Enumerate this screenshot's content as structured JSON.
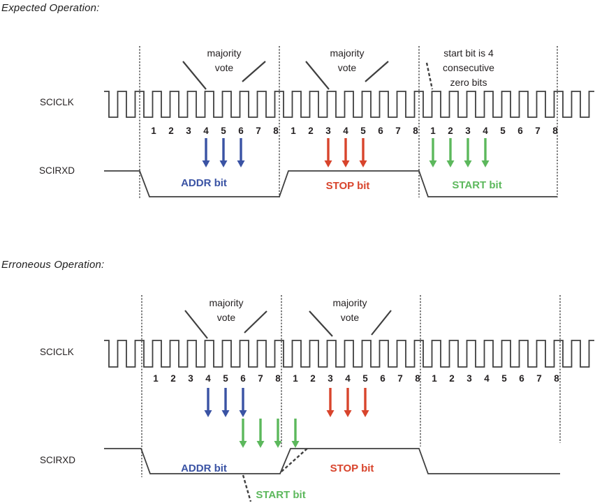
{
  "colors": {
    "line": "#3f3f3f",
    "text": "#231f20",
    "addr_blue": "#3a53a4",
    "stop_red": "#d8442c",
    "start_green": "#5cb85c"
  },
  "expected": {
    "title": "Expected Operation:",
    "clock_label": "SCICLK",
    "data_label": "SCIRXD",
    "bit_groups": [
      [
        "1",
        "2",
        "3",
        "4",
        "5",
        "6",
        "7",
        "8"
      ],
      [
        "1",
        "2",
        "3",
        "4",
        "5",
        "6",
        "7",
        "8"
      ],
      [
        "1",
        "2",
        "3",
        "4",
        "5",
        "6",
        "7",
        "8"
      ]
    ],
    "callouts": [
      {
        "lines": [
          "majority",
          "vote"
        ]
      },
      {
        "lines": [
          "majority",
          "vote"
        ]
      },
      {
        "lines": [
          "start bit is 4",
          "consecutive",
          "zero bits"
        ]
      }
    ],
    "arrow_groups": [
      {
        "color": "addr_blue",
        "label": "ADDR bit",
        "row": 1,
        "positions": [
          {
            "group": 0,
            "bit": 4
          },
          {
            "group": 0,
            "bit": 5
          },
          {
            "group": 0,
            "bit": 6
          }
        ]
      },
      {
        "color": "stop_red",
        "label": "STOP bit",
        "row": 1,
        "positions": [
          {
            "group": 1,
            "bit": 3
          },
          {
            "group": 1,
            "bit": 4
          },
          {
            "group": 1,
            "bit": 5
          }
        ]
      },
      {
        "color": "start_green",
        "label": "START bit",
        "row": 1,
        "positions": [
          {
            "group": 2,
            "bit": 1
          },
          {
            "group": 2,
            "bit": 2
          },
          {
            "group": 2,
            "bit": 3
          },
          {
            "group": 2,
            "bit": 4
          }
        ]
      }
    ]
  },
  "erroneous": {
    "title": "Erroneous Operation:",
    "clock_label": "SCICLK",
    "data_label": "SCIRXD",
    "bit_groups": [
      [
        "1",
        "2",
        "3",
        "4",
        "5",
        "6",
        "7",
        "8"
      ],
      [
        "1",
        "2",
        "3",
        "4",
        "5",
        "6",
        "7",
        "8"
      ],
      [
        "1",
        "2",
        "3",
        "4",
        "5",
        "6",
        "7",
        "8"
      ]
    ],
    "callouts": [
      {
        "lines": [
          "majority",
          "vote"
        ]
      },
      {
        "lines": [
          "majority",
          "vote"
        ]
      }
    ],
    "arrow_groups": [
      {
        "color": "addr_blue",
        "label": "ADDR bit",
        "row": 1,
        "positions": [
          {
            "group": 0,
            "bit": 4
          },
          {
            "group": 0,
            "bit": 5
          },
          {
            "group": 0,
            "bit": 6
          }
        ]
      },
      {
        "color": "stop_red",
        "label": "STOP bit",
        "row": 1,
        "positions": [
          {
            "group": 1,
            "bit": 3
          },
          {
            "group": 1,
            "bit": 4
          },
          {
            "group": 1,
            "bit": 5
          }
        ]
      },
      {
        "color": "start_green",
        "label": "START bit",
        "row": 2,
        "positions": [
          {
            "group": 0,
            "bit": 6
          },
          {
            "group": 0,
            "bit": 7
          },
          {
            "group": 0,
            "bit": 8
          },
          {
            "group": 1,
            "bit": 1
          }
        ]
      }
    ]
  }
}
